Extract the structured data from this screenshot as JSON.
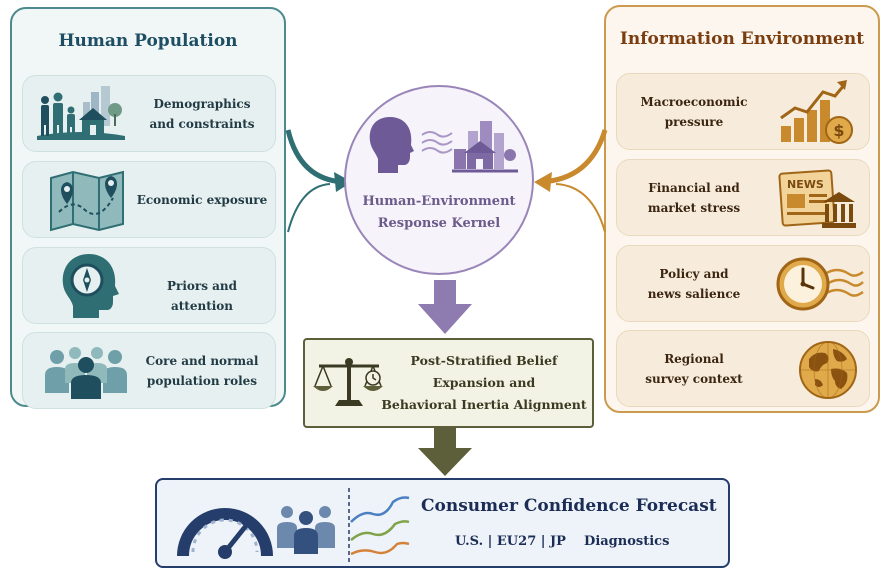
{
  "left_panel": {
    "title": "Human Population",
    "cards": [
      {
        "label": "Demographics\nand constraints",
        "icon": "family-house-icon"
      },
      {
        "label": "Economic exposure",
        "icon": "map-pins-icon"
      },
      {
        "label": "Priors and attention",
        "icon": "head-compass-icon"
      },
      {
        "label": "Core and normal\npopulation roles",
        "icon": "people-group-icon"
      }
    ]
  },
  "right_panel": {
    "title": "Information Environment",
    "cards": [
      {
        "label": "Macroeconomic\npressure",
        "icon": "rising-bars-dollar-icon"
      },
      {
        "label": "Financial and\nmarket stress",
        "icon": "newspaper-bank-icon"
      },
      {
        "label": "Policy and\nnews salience",
        "icon": "clock-waves-icon"
      },
      {
        "label": "Regional\nsurvey context",
        "icon": "globe-icon"
      }
    ]
  },
  "kernel": {
    "label": "Human-Environment\nResponse Kernel",
    "icon": "head-city-icon"
  },
  "belief": {
    "label": "Post-Stratified Belief\nExpansion and\nBehavioral Inertia Alignment",
    "icon": "balance-scale-icon"
  },
  "forecast": {
    "title": "Consumer Confidence Forecast",
    "subtitle": "U.S. | EU27 | JP    Diagnostics",
    "icons": [
      "gauge-icon",
      "people-icon",
      "line-trends-icon"
    ]
  },
  "colors": {
    "teal": "#2f6e73",
    "amber": "#c98a2e",
    "purple": "#8e7bb0",
    "olive": "#5d5f3a",
    "navy": "#253d6b"
  }
}
